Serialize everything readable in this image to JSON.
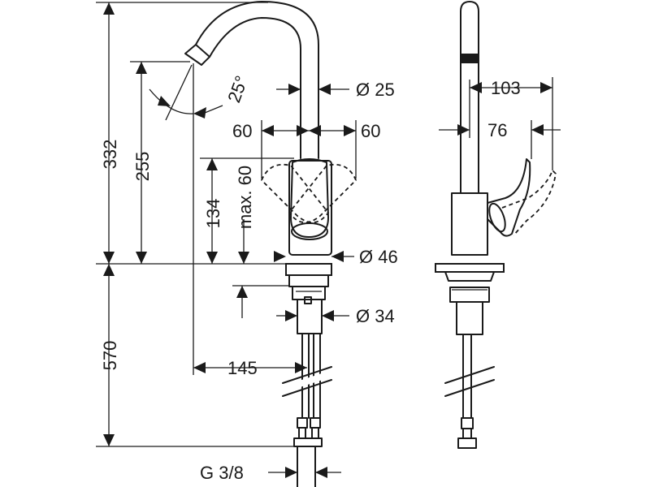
{
  "dimensions": {
    "total_height": "332",
    "spout_height": "255",
    "angle": "25°",
    "spout_diameter": "Ø 25",
    "swivel_left": "60",
    "swivel_right": "60",
    "handle_height": "134",
    "max_lever": "max. 60",
    "body_diameter": "Ø 46",
    "mount_diameter": "Ø 34",
    "projection": "145",
    "hose_length": "570",
    "thread": "G 3/8",
    "side_projection": "103",
    "side_offset": "76"
  }
}
